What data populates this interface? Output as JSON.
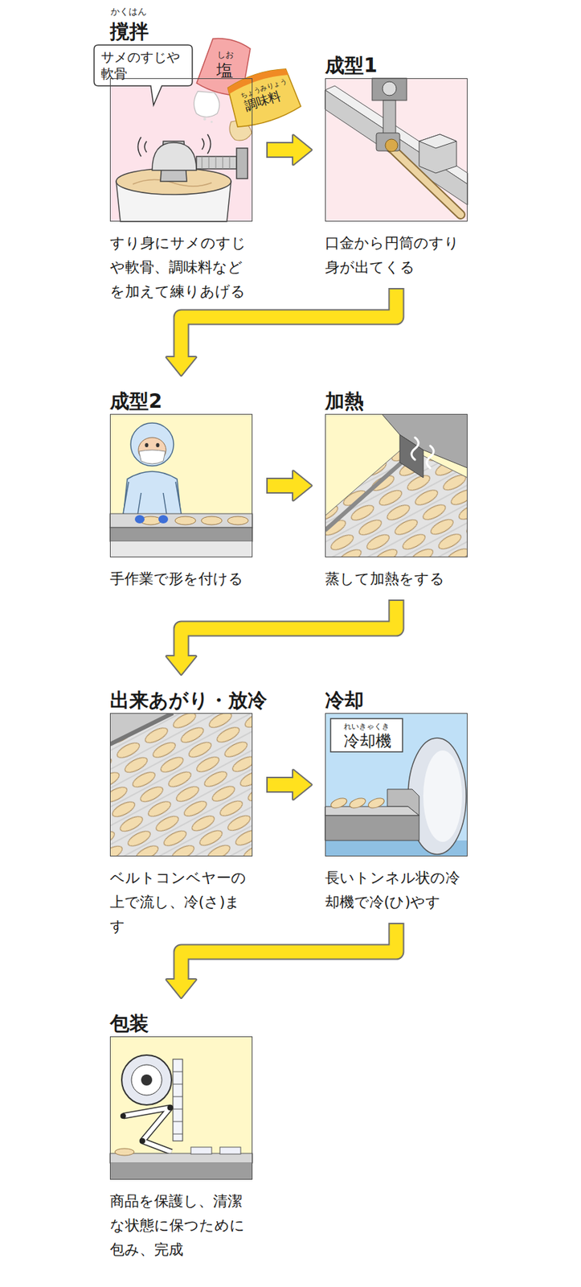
{
  "diagram": {
    "nodes": [
      {
        "text": [
          "撹拌",
          "すり身にサメのすじや軟骨、調味料などを加えて練りあげる"
        ]
      },
      {
        "text": [
          "成型1",
          "口金から円筒のすり身が出てくる"
        ]
      },
      {
        "text": [
          "成型2",
          "手作業で形を付ける"
        ]
      },
      {
        "text": [
          "加熱",
          "蒸して加熱をする"
        ]
      },
      {
        "text": [
          "出来あがり・放冷",
          "ベルトコンベヤーの上で流し、冷(さ)ます"
        ]
      },
      {
        "text": [
          "冷却",
          "長いトンネル状の冷却機で冷(ひ)やす"
        ]
      },
      {
        "text": [
          "包装",
          "商品を保護し、清潔な状態に保つために包み、完成"
        ]
      }
    ],
    "edges": [
      {
        "from": 0,
        "to": 1,
        "arrow": "to"
      },
      {
        "from": 1,
        "to": 2,
        "arrow": "to"
      },
      {
        "from": 2,
        "to": 3,
        "arrow": "to"
      },
      {
        "from": 3,
        "to": 4,
        "arrow": "to"
      },
      {
        "from": 4,
        "to": 5,
        "arrow": "to"
      },
      {
        "from": 5,
        "to": 6,
        "arrow": "to"
      }
    ],
    "labels": [
      "かくはん",
      "サメのすじや軟骨",
      "しお",
      "塩",
      "ちょうみりょう",
      "調味料",
      "れいきゃくき",
      "冷却機"
    ]
  }
}
